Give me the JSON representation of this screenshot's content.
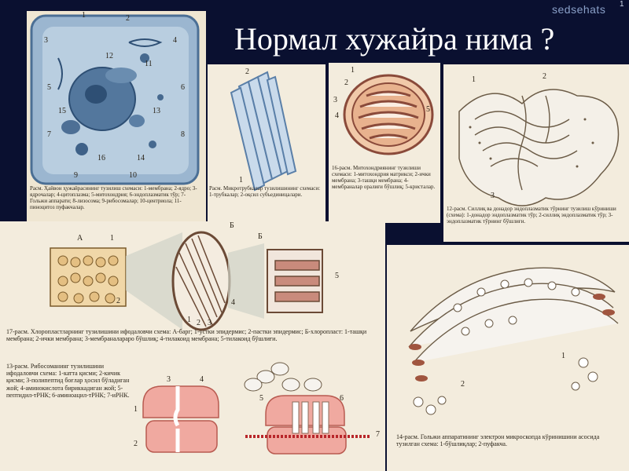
{
  "slide": {
    "title": "Нормал   хужайра  нима ?",
    "logo": "sedsehats",
    "page_number": "1"
  },
  "figures": {
    "cell": {
      "caption": "Расм. Ҳайвон ҳужайрасининг тузилиш схемаси: 1-мембрана; 2-ядро; 3-ядрочалар; 4-цитоплазма; 5-митохондрия; 6-эндоплазматик тўр; 7-Гольжи аппарати; 8-лизосома; 9-рибосомалар; 10-центриола; 11-пиноцитоз пуфакчалар.",
      "labels": [
        "1",
        "2",
        "3",
        "4",
        "5",
        "6",
        "7",
        "8",
        "9",
        "10",
        "11",
        "12",
        "13",
        "14",
        "15",
        "16"
      ]
    },
    "microtubule": {
      "caption": "Расм. Микротрубкалар тузилишининг схемаси: 1-трубкалар; 2-оқсил субъединицалари.",
      "labels": [
        "1",
        "2"
      ]
    },
    "mitochondria": {
      "caption": "16-расм. Митохондриянинг тузилиши схемаси: 1-митохондрия матрикси; 2-ички мембрана; 3-ташқи мембрана; 4-мембраналар оралиғи бўшлиқ; 5-кристалар.",
      "labels": [
        "1",
        "2",
        "3",
        "4",
        "5"
      ]
    },
    "er": {
      "caption": "12-расм. Силлиқ ва донадор эндоплазматик тўрнинг тузилиш кўриниши (схема): 1-донадор эндоплазматик тўр; 2-силлиқ эндоплазматик тўр; 3-эндоплазматик тўрнинг бўшлиғи.",
      "labels": [
        "1",
        "2",
        "3"
      ]
    },
    "chloroplast": {
      "caption": "17-расм. Хлоропластларнинг тузилишини ифодаловчи схема: А-барг; 1-устки эпидермис; 2-пастки эпидермис; Б-хлоропласт: 1-ташқи мембрана; 2-ички мембрана; 3-мембраналараро бўшлиқ; 4-тилакоид мембрана; 5-тилакоид бўшлиғи.",
      "labels": [
        "А",
        "1",
        "2",
        "Б",
        "Б",
        "5",
        "1",
        "2",
        "3",
        "4"
      ]
    },
    "ribosome": {
      "caption": "13-расм. Рибосоманинг тузилишини ифодаловчи схема: 1-катта қисми; 2-кичик қисми; 3-полипептид боғлар ҳосил бўладиган жой; 4-аминокислота бириккадиган жой; 5-пептидил-тРНК; 6-аминоацил-тРНК; 7-иРНК.",
      "labels": [
        "1",
        "2",
        "3",
        "4",
        "5",
        "6",
        "7"
      ]
    },
    "golgi": {
      "caption": "14-расм. Гольжи аппаратининг электрон микроскопда кўринишини асосида тузилган схема: 1-бўшлиқлар; 2-пуфакча.",
      "labels": [
        "1",
        "2"
      ]
    }
  },
  "colors": {
    "background": "#0a1030",
    "paper": "#f3ecdd",
    "cell_blue": "#7fa2c4",
    "pink": "#e9a7a0",
    "brown": "#8a4a3a"
  }
}
